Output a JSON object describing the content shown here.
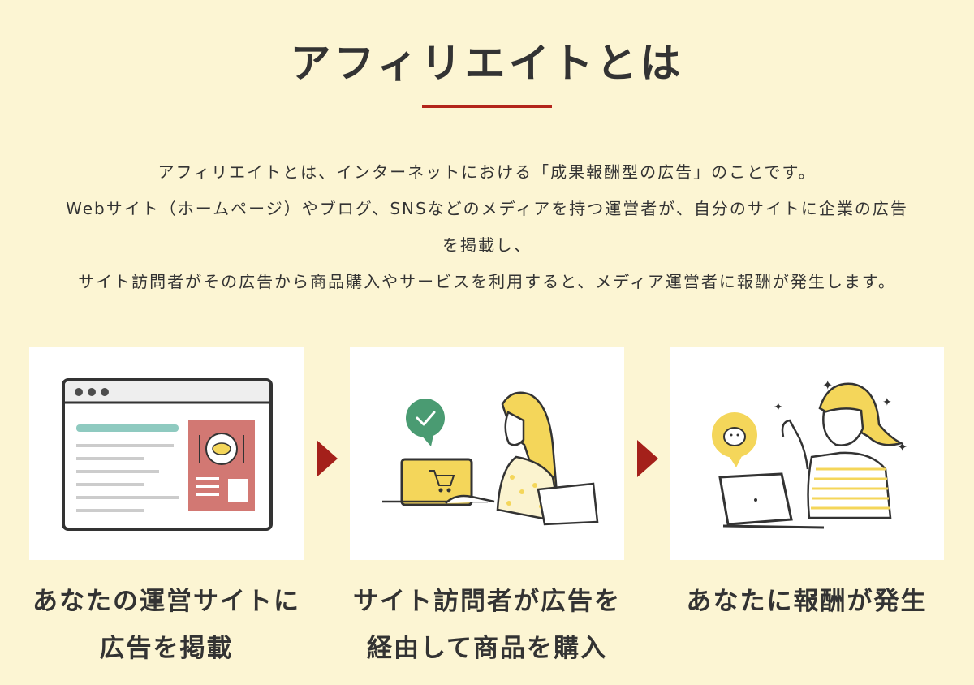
{
  "title": "アフィリエイトとは",
  "description": [
    "アフィリエイトとは、インターネットにおける「成果報酬型の広告」のことです。",
    "Webサイト（ホームページ）やブログ、SNSなどのメディアを持つ運営者が、自分のサイトに企業の広告",
    "を掲載し、",
    "サイト訪問者がその広告から商品購入やサービスを利用すると、メディア運営者に報酬が発生します。"
  ],
  "steps": [
    {
      "icon": "browser-ad-illustration-icon",
      "caption": [
        "あなたの運営サイトに",
        "広告を掲載"
      ]
    },
    {
      "icon": "woman-shopping-laptop-illustration-icon",
      "caption": [
        "サイト訪問者が広告を",
        "経由して商品を購入"
      ]
    },
    {
      "icon": "woman-reward-illustration-icon",
      "caption": [
        "あなたに報酬が発生"
      ]
    }
  ],
  "colors": {
    "background": "#fcf5d3",
    "accent_red": "#b3251b",
    "arrow_red": "#a4201a",
    "text": "#333333",
    "illustration_yellow": "#f4d65a",
    "illustration_pink": "#d27873",
    "illustration_green": "#4a9b72",
    "illustration_teal": "#8fcac0"
  }
}
